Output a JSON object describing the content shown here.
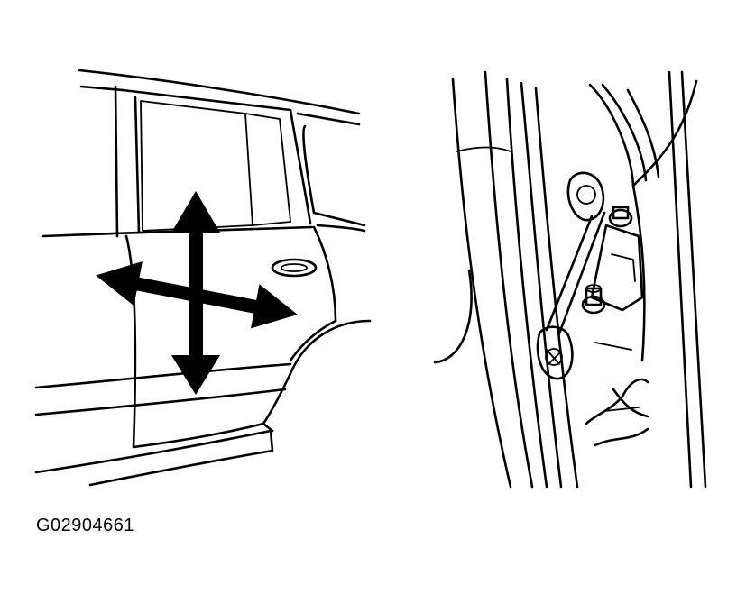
{
  "figure": {
    "id_label": "G02904661",
    "left_panel": {
      "subject": "rear-door-side-view",
      "annotation": "four-way-adjustment-arrows"
    },
    "right_panel": {
      "subject": "door-striker-with-wrench"
    },
    "colors": {
      "ink": "#000000",
      "background": "#ffffff"
    }
  }
}
